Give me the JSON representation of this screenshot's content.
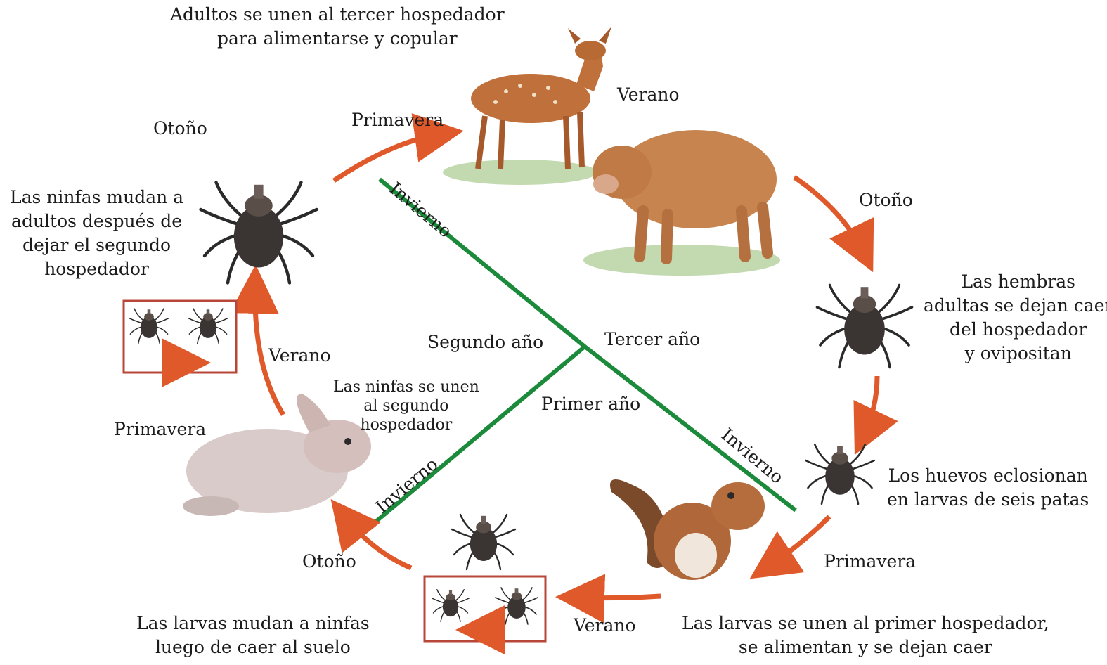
{
  "captions": {
    "adults_third_host": [
      "Adultos se unen al tercer hospedador",
      "para alimentarse y copular"
    ],
    "nymphs_molt_adults": [
      "Las ninfas mudan a",
      "adultos después de",
      "dejar el segundo",
      "hospedador"
    ],
    "females_drop": [
      "Las hembras",
      "adultas se dejan caer",
      "del hospedador",
      "y ovipositan"
    ],
    "eggs_hatch": [
      "Los huevos eclosionan",
      "en larvas de seis patas"
    ],
    "nymphs_second_host": [
      "Las ninfas se unen",
      "al segundo",
      "hospedador"
    ],
    "larvae_molt": [
      "Las larvas mudan a ninfas",
      "luego de caer al suelo"
    ],
    "larvae_first_host": [
      "Las larvas se unen al primer hospedador,",
      "se alimentan y se dejan caer"
    ]
  },
  "seasons": {
    "autumn_top_left": "Otoño",
    "spring_top": "Primavera",
    "summer_top": "Verano",
    "autumn_right": "Otoño",
    "summer_left": "Verano",
    "spring_left": "Primavera",
    "autumn_bottom": "Otoño",
    "summer_bottom": "Verano",
    "spring_bottom_right": "Primavera"
  },
  "center": {
    "winter_top": "Invierno",
    "winter_bottom_right": "Invierno",
    "winter_bottom_left": "Invierno",
    "second_year": "Segundo año",
    "third_year": "Tercer año",
    "first_year": "Primer año"
  },
  "colors": {
    "arrow": "#e0592a",
    "divider": "#1b8a3a",
    "box_border": "#b8473a"
  },
  "icons": [
    "deer-icon",
    "calf-icon",
    "rabbit-icon",
    "squirrel-icon",
    "adult-tick-icon",
    "engorged-tick-icon",
    "larva-tick-icon",
    "nymph-tick-icon"
  ]
}
